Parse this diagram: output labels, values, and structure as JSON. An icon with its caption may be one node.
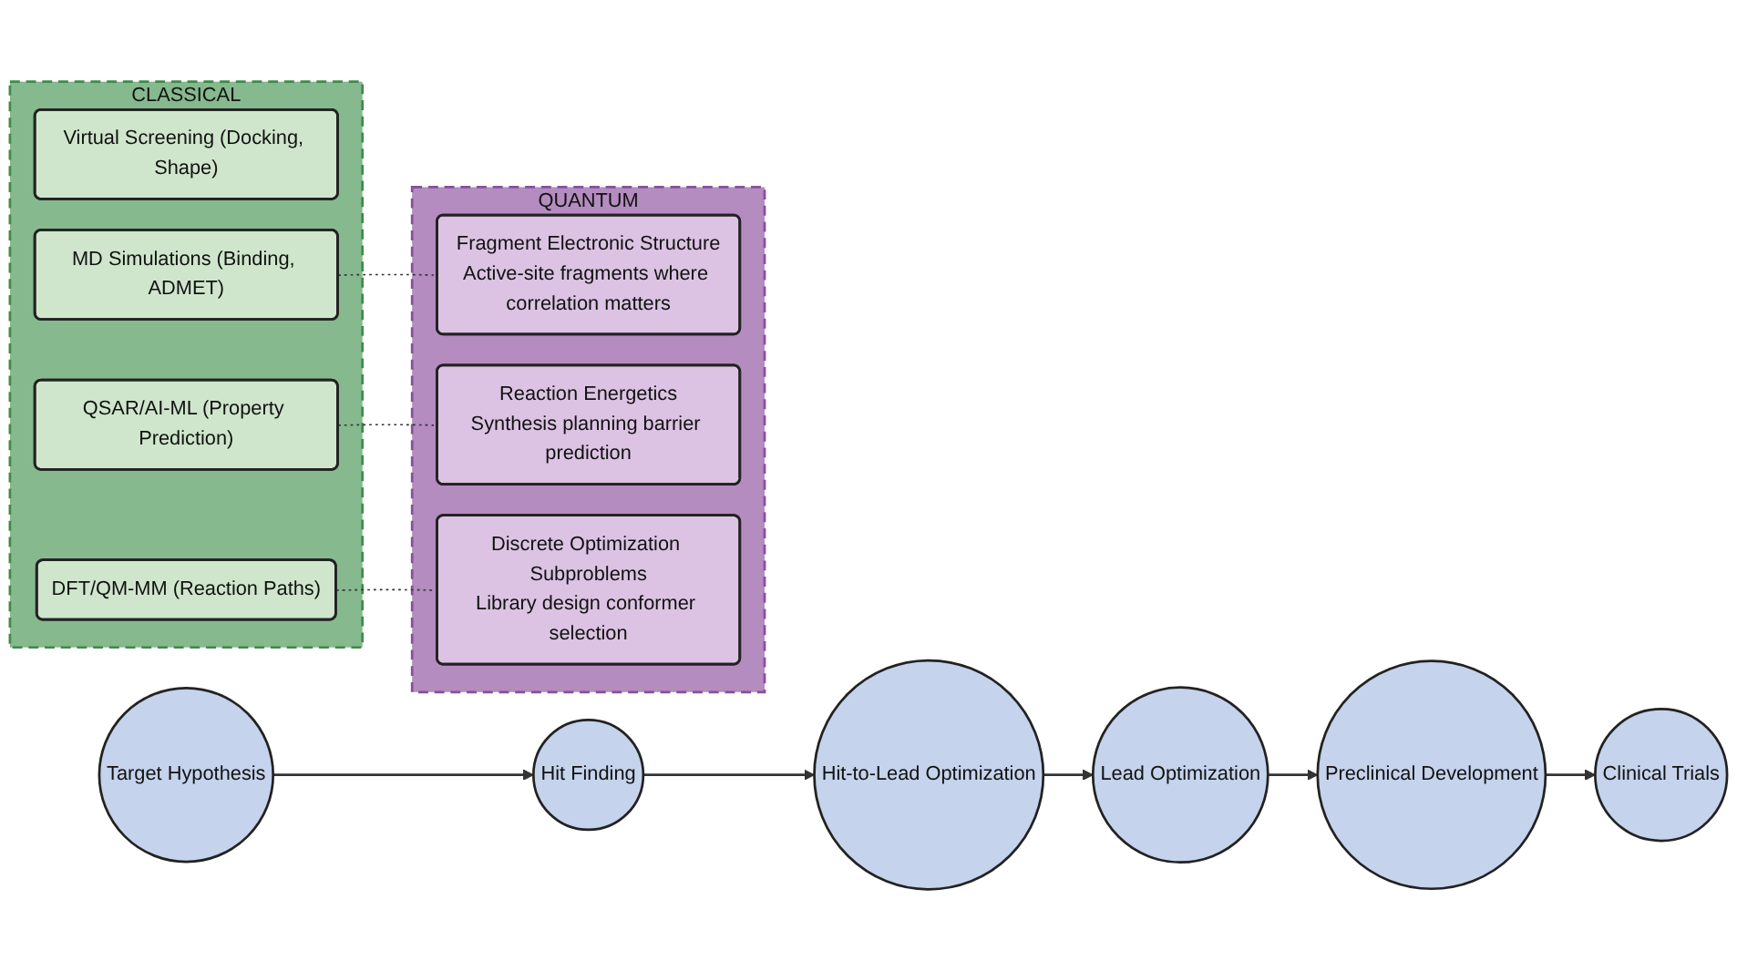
{
  "diagram": {
    "nodes": [
      {
        "text": [
          "Target Hypothesis"
        ]
      },
      {
        "text": [
          "Hit Finding"
        ]
      },
      {
        "text": [
          "Hit-to-Lead Optimization"
        ]
      },
      {
        "text": [
          "Lead Optimization"
        ]
      },
      {
        "text": [
          "Preclinical Development"
        ]
      },
      {
        "text": [
          "Clinical Trials"
        ]
      },
      {
        "text": [
          "CLASSICAL"
        ]
      },
      {
        "text": [
          "Virtual Screening (Docking, Shape)"
        ],
        "in": 6
      },
      {
        "text": [
          "MD Simulations (Binding, ADMET)"
        ],
        "in": 6
      },
      {
        "text": [
          "QSAR/AI-ML (Property Prediction)"
        ],
        "in": 6
      },
      {
        "text": [
          "DFT/QM-MM (Reaction Paths)"
        ],
        "in": 6
      },
      {
        "text": [
          "QUANTUM"
        ]
      },
      {
        "text": [
          "Fragment Electronic Structure",
          "Active-site fragments where correlation matters"
        ],
        "in": 11
      },
      {
        "text": [
          "Reaction Energetics",
          "Synthesis planning barrier prediction"
        ],
        "in": 11
      },
      {
        "text": [
          "Discrete Optimization Subproblems",
          "Library design conformer selection"
        ],
        "in": 11
      }
    ],
    "edges": [
      {
        "from": 0,
        "to": 1,
        "arrow": "to"
      },
      {
        "from": 1,
        "to": 2,
        "arrow": "to"
      },
      {
        "from": 2,
        "to": 3,
        "arrow": "to"
      },
      {
        "from": 3,
        "to": 4,
        "arrow": "to"
      },
      {
        "from": 4,
        "to": 5,
        "arrow": "to"
      },
      {
        "from": 8,
        "to": 12,
        "arrow": "none",
        "style": "dashed"
      },
      {
        "from": 9,
        "to": 13,
        "arrow": "none",
        "style": "dashed"
      },
      {
        "from": 10,
        "to": 14,
        "arrow": "none",
        "style": "dashed"
      }
    ]
  }
}
